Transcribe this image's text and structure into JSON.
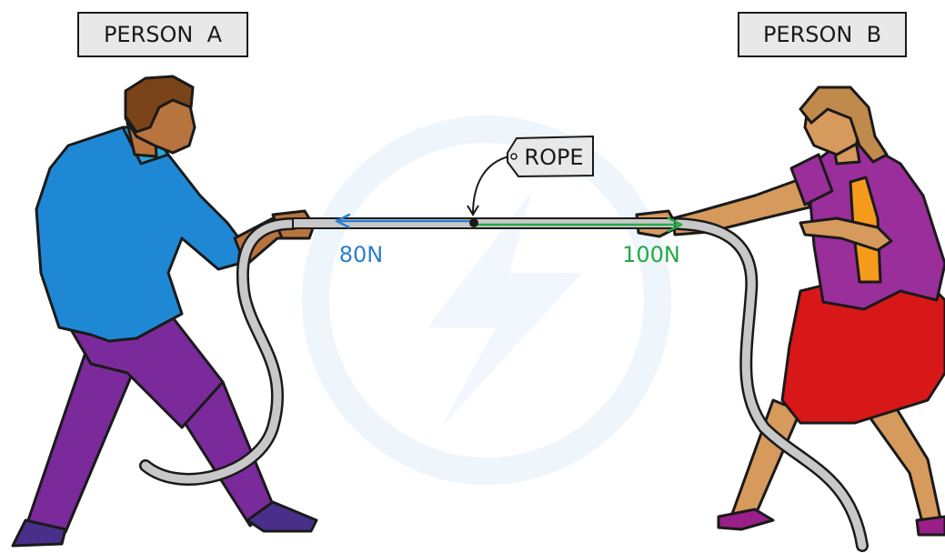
{
  "labels": {
    "person_a": "PERSON  A",
    "person_b": "PERSON  B",
    "rope": "ROPE"
  },
  "forces": {
    "left": {
      "text": "80N",
      "value": 80,
      "unit": "N",
      "direction": "left",
      "color": "#2b7fd0"
    },
    "right": {
      "text": "100N",
      "value": 100,
      "unit": "N",
      "direction": "right",
      "color": "#27a845"
    }
  },
  "colors": {
    "label_box": "#e8e8e8",
    "rope": "#c8c8c8",
    "person_a_shirt": "#1f88d4",
    "person_a_pants": "#7a2a9a",
    "person_b_top": "#9a2e9a",
    "person_b_skirt": "#d81818",
    "skin_a": "#b8743e",
    "skin_b": "#d69a5c",
    "hair_a": "#7a4418",
    "hair_b": "#c08a4c",
    "shoes": "#4a2f8a",
    "watermark": "#eaf4fb"
  }
}
